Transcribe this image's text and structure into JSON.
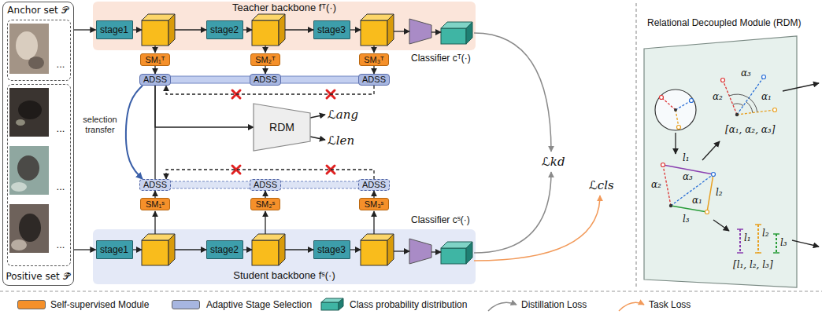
{
  "diagram": {
    "nodes": [
      {
        "text": [
          "Anchor set 𝒫",
          "Positive set 𝒫̄"
        ]
      },
      {
        "text": [
          "..."
        ],
        "in": 0
      },
      {
        "text": [
          "...",
          "...",
          "..."
        ],
        "in": 0
      },
      {
        "text": [
          "Teacher backbone fᵀ(·)"
        ]
      },
      {
        "text": [
          "stage1"
        ],
        "in": 3
      },
      {
        "text": [
          "stage2"
        ],
        "in": 3
      },
      {
        "text": [
          "stage3"
        ],
        "in": 3
      },
      {
        "text": [
          "SM₁ᵀ"
        ]
      },
      {
        "text": [
          "SM₂ᵀ"
        ]
      },
      {
        "text": [
          "SM₃ᵀ"
        ]
      },
      {
        "text": [
          "ADSS"
        ]
      },
      {
        "text": [
          "ADSS"
        ]
      },
      {
        "text": [
          "ADSS"
        ]
      },
      {
        "text": [
          "RDM"
        ]
      },
      {
        "text": [
          "ADSS"
        ]
      },
      {
        "text": [
          "ADSS"
        ]
      },
      {
        "text": [
          "ADSS"
        ]
      },
      {
        "text": [
          "SM₁ˢ"
        ]
      },
      {
        "text": [
          "SM₂ˢ"
        ]
      },
      {
        "text": [
          "SM₃ˢ"
        ]
      },
      {
        "text": [
          "Student backbone fˢ(·)"
        ]
      },
      {
        "text": [
          "stage1"
        ],
        "in": 20
      },
      {
        "text": [
          "stage2"
        ],
        "in": 20
      },
      {
        "text": [
          "stage3"
        ],
        "in": 20
      },
      {
        "text": [
          "Relational Decoupled Module (RDM)"
        ]
      }
    ],
    "edges": [
      {
        "from": 0,
        "to": 4,
        "arrow": "to"
      },
      {
        "from": 0,
        "to": 21,
        "arrow": "to"
      },
      {
        "from": 7,
        "to": 10,
        "arrow": "to"
      },
      {
        "from": 8,
        "to": 11,
        "arrow": "to"
      },
      {
        "from": 9,
        "to": 12,
        "arrow": "to"
      },
      {
        "from": 17,
        "to": 14,
        "arrow": "to"
      },
      {
        "from": 18,
        "to": 15,
        "arrow": "to"
      },
      {
        "from": 19,
        "to": 16,
        "arrow": "to"
      },
      {
        "from": 10,
        "to": 14,
        "arrow": "none"
      },
      {
        "from": 10,
        "to": 13,
        "arrow": "to"
      },
      {
        "from": 12,
        "to": 10,
        "arrow": "to"
      },
      {
        "from": 16,
        "to": 14,
        "arrow": "to"
      },
      {
        "from": 10,
        "to": 14,
        "label": "selection transfer",
        "arrow": "to"
      }
    ],
    "labels": [
      "Classifier cᵀ(·)",
      "Classifier cˢ(·)",
      "ℒang",
      "ℒlen",
      "ℒkd",
      "ℒcls",
      "α₂",
      "α₃",
      "α₁",
      "[α₁, α₂, α₃]",
      "l₁",
      "α₂",
      "α₃",
      "α₁",
      "l₂",
      "l₃",
      "l₁",
      "l₂",
      "l₃",
      "[l₁, l₂, l₃]"
    ],
    "legend": [
      {
        "text": "Self-supervised Module",
        "color": "#f5902a"
      },
      {
        "text": "Adaptive Stage Selection",
        "color": "#a7b6e0"
      },
      {
        "text": "Class probability distribution"
      },
      {
        "text": "Distillation Loss"
      },
      {
        "text": "Task Loss"
      }
    ]
  }
}
